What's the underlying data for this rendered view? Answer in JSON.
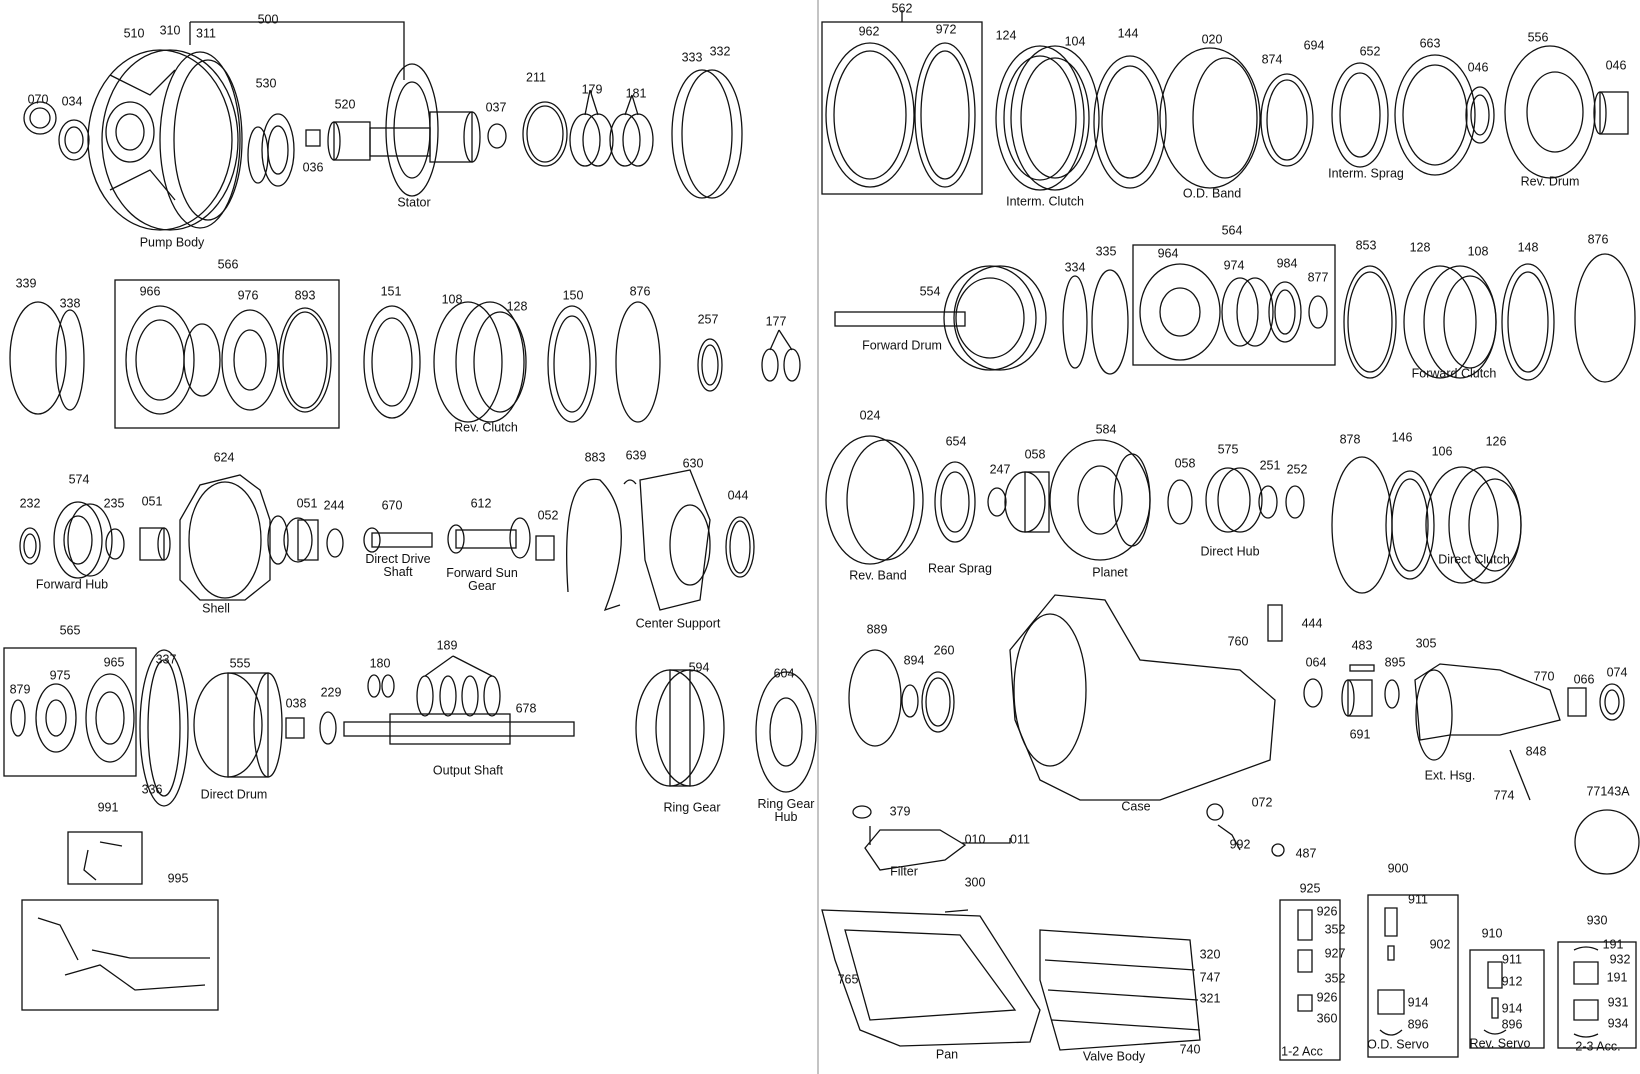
{
  "labels": [
    {
      "id": "500",
      "text": "500"
    },
    {
      "id": "510",
      "text": "510"
    },
    {
      "id": "310",
      "text": "310"
    },
    {
      "id": "311",
      "text": "311"
    },
    {
      "id": "070",
      "text": "070"
    },
    {
      "id": "034",
      "text": "034"
    },
    {
      "id": "530",
      "text": "530"
    },
    {
      "id": "520",
      "text": "520"
    },
    {
      "id": "036",
      "text": "036"
    },
    {
      "id": "037",
      "text": "037"
    },
    {
      "id": "stator",
      "text": "Stator"
    },
    {
      "id": "pump-body",
      "text": "Pump Body"
    },
    {
      "id": "211",
      "text": "211"
    },
    {
      "id": "179",
      "text": "179"
    },
    {
      "id": "181",
      "text": "181"
    },
    {
      "id": "333",
      "text": "333"
    },
    {
      "id": "332",
      "text": "332"
    },
    {
      "id": "562",
      "text": "562"
    },
    {
      "id": "962",
      "text": "962"
    },
    {
      "id": "972",
      "text": "972"
    },
    {
      "id": "124",
      "text": "124"
    },
    {
      "id": "104",
      "text": "104"
    },
    {
      "id": "144",
      "text": "144"
    },
    {
      "id": "020",
      "text": "020"
    },
    {
      "id": "874",
      "text": "874"
    },
    {
      "id": "694",
      "text": "694"
    },
    {
      "id": "652",
      "text": "652"
    },
    {
      "id": "663",
      "text": "663"
    },
    {
      "id": "046a",
      "text": "046"
    },
    {
      "id": "556",
      "text": "556"
    },
    {
      "id": "046b",
      "text": "046"
    },
    {
      "id": "interm-clutch",
      "text": "Interm. Clutch"
    },
    {
      "id": "od-band",
      "text": "O.D. Band"
    },
    {
      "id": "interm-sprag",
      "text": "Interm. Sprag"
    },
    {
      "id": "rev-drum",
      "text": "Rev. Drum"
    },
    {
      "id": "339",
      "text": "339"
    },
    {
      "id": "338",
      "text": "338"
    },
    {
      "id": "566",
      "text": "566"
    },
    {
      "id": "966",
      "text": "966"
    },
    {
      "id": "976",
      "text": "976"
    },
    {
      "id": "893",
      "text": "893"
    },
    {
      "id": "151",
      "text": "151"
    },
    {
      "id": "108a",
      "text": "108"
    },
    {
      "id": "128a",
      "text": "128"
    },
    {
      "id": "150",
      "text": "150"
    },
    {
      "id": "876a",
      "text": "876"
    },
    {
      "id": "257",
      "text": "257"
    },
    {
      "id": "177",
      "text": "177"
    },
    {
      "id": "rev-clutch",
      "text": "Rev. Clutch"
    },
    {
      "id": "554",
      "text": "554"
    },
    {
      "id": "forward-drum",
      "text": "Forward Drum"
    },
    {
      "id": "334",
      "text": "334"
    },
    {
      "id": "335",
      "text": "335"
    },
    {
      "id": "564",
      "text": "564"
    },
    {
      "id": "964",
      "text": "964"
    },
    {
      "id": "974",
      "text": "974"
    },
    {
      "id": "984",
      "text": "984"
    },
    {
      "id": "877",
      "text": "877"
    },
    {
      "id": "853",
      "text": "853"
    },
    {
      "id": "128b",
      "text": "128"
    },
    {
      "id": "108b",
      "text": "108"
    },
    {
      "id": "148",
      "text": "148"
    },
    {
      "id": "876b",
      "text": "876"
    },
    {
      "id": "forward-clutch",
      "text": "Forward Clutch"
    },
    {
      "id": "232",
      "text": "232"
    },
    {
      "id": "574",
      "text": "574"
    },
    {
      "id": "235",
      "text": "235"
    },
    {
      "id": "051a",
      "text": "051"
    },
    {
      "id": "624",
      "text": "624"
    },
    {
      "id": "051b",
      "text": "051"
    },
    {
      "id": "244",
      "text": "244"
    },
    {
      "id": "670",
      "text": "670"
    },
    {
      "id": "612",
      "text": "612"
    },
    {
      "id": "052",
      "text": "052"
    },
    {
      "id": "883",
      "text": "883"
    },
    {
      "id": "639",
      "text": "639"
    },
    {
      "id": "630",
      "text": "630"
    },
    {
      "id": "044",
      "text": "044"
    },
    {
      "id": "forward-hub",
      "text": "Forward Hub"
    },
    {
      "id": "shell",
      "text": "Shell"
    },
    {
      "id": "direct-drive-shaft",
      "text": "Direct Drive Shaft"
    },
    {
      "id": "forward-sun-gear",
      "text": "Forward Sun Gear"
    },
    {
      "id": "center-support",
      "text": "Center Support"
    },
    {
      "id": "024",
      "text": "024"
    },
    {
      "id": "654",
      "text": "654"
    },
    {
      "id": "247",
      "text": "247"
    },
    {
      "id": "058a",
      "text": "058"
    },
    {
      "id": "584",
      "text": "584"
    },
    {
      "id": "058b",
      "text": "058"
    },
    {
      "id": "575",
      "text": "575"
    },
    {
      "id": "251",
      "text": "251"
    },
    {
      "id": "252",
      "text": "252"
    },
    {
      "id": "878",
      "text": "878"
    },
    {
      "id": "146",
      "text": "146"
    },
    {
      "id": "106",
      "text": "106"
    },
    {
      "id": "126",
      "text": "126"
    },
    {
      "id": "rev-band",
      "text": "Rev. Band"
    },
    {
      "id": "rear-sprag",
      "text": "Rear Sprag"
    },
    {
      "id": "planet",
      "text": "Planet"
    },
    {
      "id": "direct-hub",
      "text": "Direct Hub"
    },
    {
      "id": "direct-clutch",
      "text": "Direct Clutch"
    },
    {
      "id": "565",
      "text": "565"
    },
    {
      "id": "879",
      "text": "879"
    },
    {
      "id": "975",
      "text": "975"
    },
    {
      "id": "965",
      "text": "965"
    },
    {
      "id": "337",
      "text": "337"
    },
    {
      "id": "336",
      "text": "336"
    },
    {
      "id": "555",
      "text": "555"
    },
    {
      "id": "038",
      "text": "038"
    },
    {
      "id": "229",
      "text": "229"
    },
    {
      "id": "180",
      "text": "180"
    },
    {
      "id": "189",
      "text": "189"
    },
    {
      "id": "678",
      "text": "678"
    },
    {
      "id": "594",
      "text": "594"
    },
    {
      "id": "604",
      "text": "604"
    },
    {
      "id": "direct-drum",
      "text": "Direct Drum"
    },
    {
      "id": "output-shaft",
      "text": "Output Shaft"
    },
    {
      "id": "ring-gear",
      "text": "Ring Gear"
    },
    {
      "id": "ring-gear-hub",
      "text": "Ring Gear Hub"
    },
    {
      "id": "889",
      "text": "889"
    },
    {
      "id": "894",
      "text": "894"
    },
    {
      "id": "260",
      "text": "260"
    },
    {
      "id": "760",
      "text": "760"
    },
    {
      "id": "444",
      "text": "444"
    },
    {
      "id": "483",
      "text": "483"
    },
    {
      "id": "064",
      "text": "064"
    },
    {
      "id": "895",
      "text": "895"
    },
    {
      "id": "305",
      "text": "305"
    },
    {
      "id": "691",
      "text": "691"
    },
    {
      "id": "770",
      "text": "770"
    },
    {
      "id": "066",
      "text": "066"
    },
    {
      "id": "074",
      "text": "074"
    },
    {
      "id": "848",
      "text": "848"
    },
    {
      "id": "774",
      "text": "774"
    },
    {
      "id": "77143a",
      "text": "77143A"
    },
    {
      "id": "case",
      "text": "Case"
    },
    {
      "id": "ext-hsg",
      "text": "Ext. Hsg."
    },
    {
      "id": "991",
      "text": "991"
    },
    {
      "id": "995",
      "text": "995"
    },
    {
      "id": "379",
      "text": "379"
    },
    {
      "id": "010",
      "text": "010"
    },
    {
      "id": "011",
      "text": "011"
    },
    {
      "id": "filter",
      "text": "Filter"
    },
    {
      "id": "072",
      "text": "072"
    },
    {
      "id": "992",
      "text": "992"
    },
    {
      "id": "487",
      "text": "487"
    },
    {
      "id": "300",
      "text": "300"
    },
    {
      "id": "765",
      "text": "765"
    },
    {
      "id": "pan",
      "text": "Pan"
    },
    {
      "id": "320",
      "text": "320"
    },
    {
      "id": "747",
      "text": "747"
    },
    {
      "id": "321",
      "text": "321"
    },
    {
      "id": "740",
      "text": "740"
    },
    {
      "id": "valve-body",
      "text": "Valve Body"
    },
    {
      "id": "925",
      "text": "925"
    },
    {
      "id": "926a",
      "text": "926"
    },
    {
      "id": "352a",
      "text": "352"
    },
    {
      "id": "927",
      "text": "927"
    },
    {
      "id": "352b",
      "text": "352"
    },
    {
      "id": "926b",
      "text": "926"
    },
    {
      "id": "360",
      "text": "360"
    },
    {
      "id": "1-2-acc",
      "text": "1-2 Acc"
    },
    {
      "id": "900",
      "text": "900"
    },
    {
      "id": "911a",
      "text": "911"
    },
    {
      "id": "902",
      "text": "902"
    },
    {
      "id": "914a",
      "text": "914"
    },
    {
      "id": "896a",
      "text": "896"
    },
    {
      "id": "od-servo",
      "text": "O.D. Servo"
    },
    {
      "id": "910",
      "text": "910"
    },
    {
      "id": "911b",
      "text": "911"
    },
    {
      "id": "912",
      "text": "912"
    },
    {
      "id": "914b",
      "text": "914"
    },
    {
      "id": "896b",
      "text": "896"
    },
    {
      "id": "rev-servo",
      "text": "Rev. Servo"
    },
    {
      "id": "930",
      "text": "930"
    },
    {
      "id": "191a",
      "text": "191"
    },
    {
      "id": "932",
      "text": "932"
    },
    {
      "id": "191b",
      "text": "191"
    },
    {
      "id": "931",
      "text": "931"
    },
    {
      "id": "934",
      "text": "934"
    },
    {
      "id": "2-3-acc",
      "text": "2-3 Acc."
    }
  ],
  "colors": {
    "ink": "#111111",
    "background": "#ffffff"
  }
}
